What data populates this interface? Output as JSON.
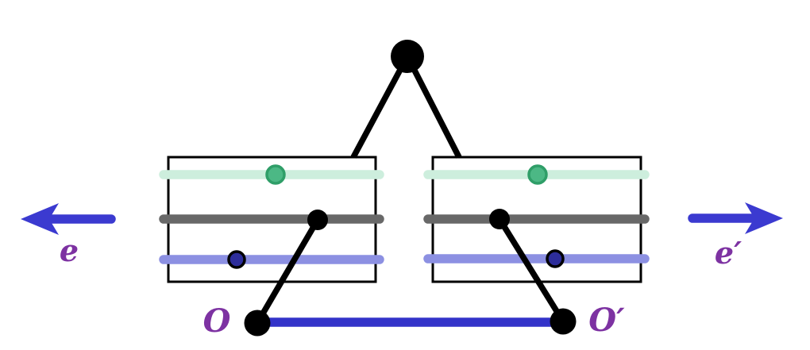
{
  "figure": {
    "type": "geometry-diagram",
    "labels": {
      "left_arrow": "e",
      "right_arrow": "e′",
      "left_node": "O",
      "right_node": "O′"
    },
    "colors": {
      "line_black": "#000000",
      "arrow_blue": "#3b3ad0",
      "base_line_blue": "#3333c9",
      "mint_line": "#cdeedd",
      "gray_line": "#686868",
      "periwinkle_line": "#8c90e2",
      "green_dot_fill": "#4cb885",
      "green_dot_stroke": "#2f9e68",
      "navy_dot_fill": "#2d2d9b",
      "label_purple": "#7d32a2",
      "box_fill": "#ffffff",
      "background": "#ffffff"
    }
  }
}
